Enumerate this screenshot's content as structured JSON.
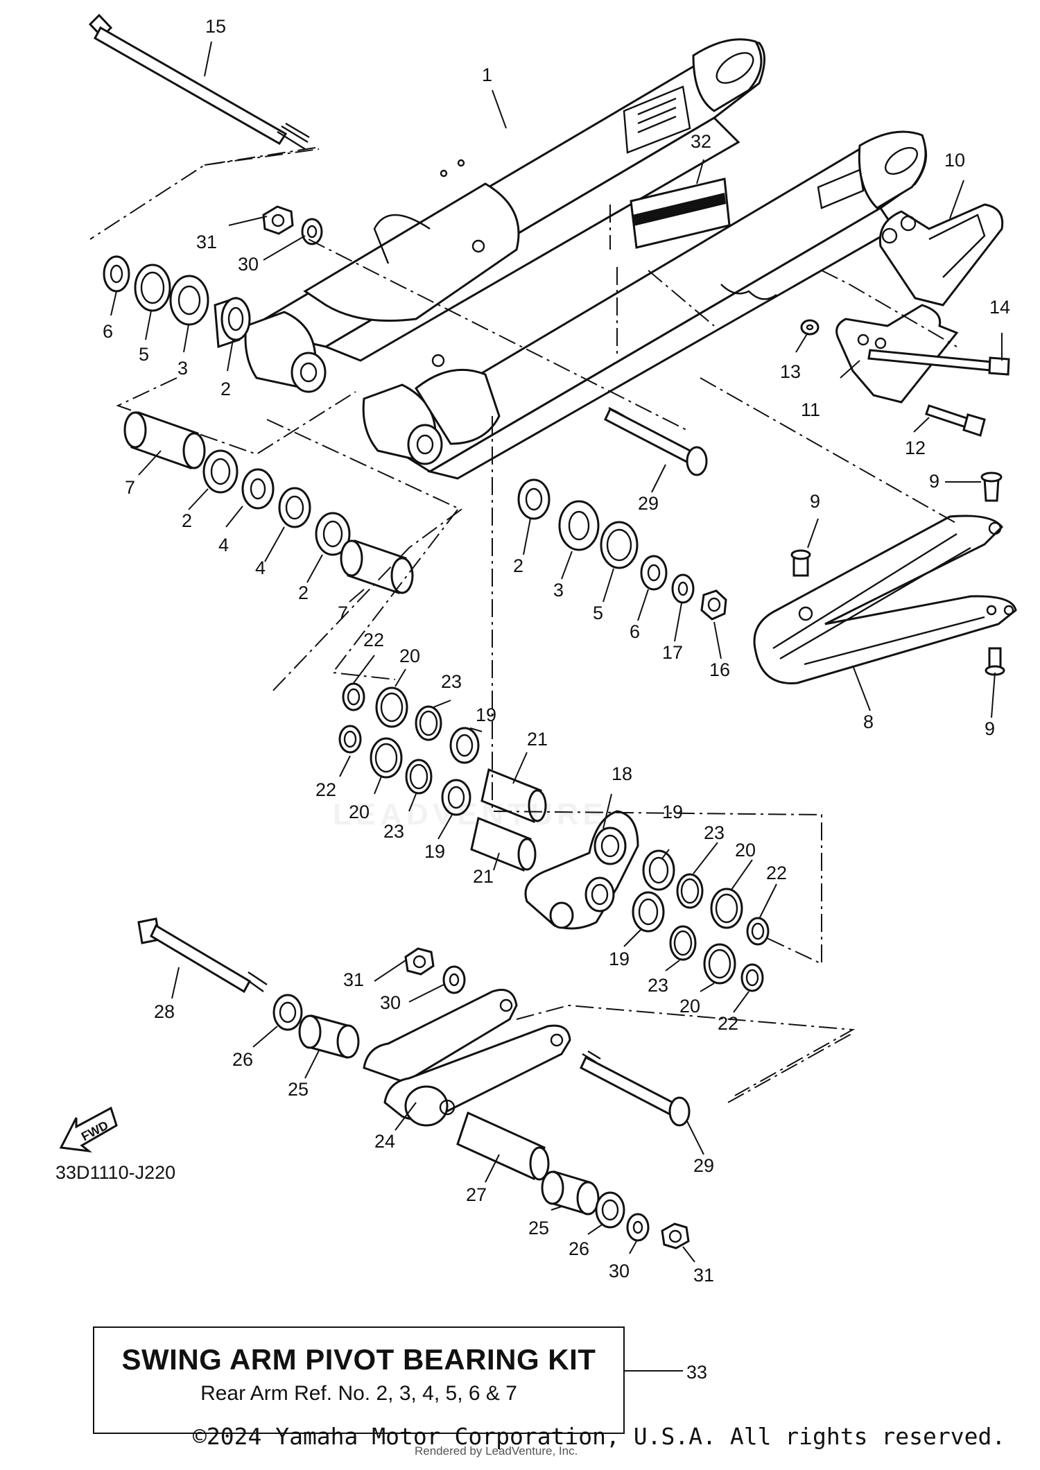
{
  "diagram": {
    "code": "33D1110-J220",
    "fwd_label": "FWD",
    "watermark": "LEADVENTURE"
  },
  "callouts": [
    {
      "id": "c15",
      "label": "15"
    },
    {
      "id": "c1",
      "label": "1"
    },
    {
      "id": "c32",
      "label": "32"
    },
    {
      "id": "c10",
      "label": "10"
    },
    {
      "id": "c31a",
      "label": "31"
    },
    {
      "id": "c30a",
      "label": "30"
    },
    {
      "id": "c6a",
      "label": "6"
    },
    {
      "id": "c5a",
      "label": "5"
    },
    {
      "id": "c3a",
      "label": "3"
    },
    {
      "id": "c2a",
      "label": "2"
    },
    {
      "id": "c14",
      "label": "14"
    },
    {
      "id": "c13",
      "label": "13"
    },
    {
      "id": "c11",
      "label": "11"
    },
    {
      "id": "c12",
      "label": "12"
    },
    {
      "id": "c7a",
      "label": "7"
    },
    {
      "id": "c2b",
      "label": "2"
    },
    {
      "id": "c4a",
      "label": "4"
    },
    {
      "id": "c4b",
      "label": "4"
    },
    {
      "id": "c2c",
      "label": "2"
    },
    {
      "id": "c7b",
      "label": "7"
    },
    {
      "id": "c29a",
      "label": "29"
    },
    {
      "id": "c9a",
      "label": "9"
    },
    {
      "id": "c9b",
      "label": "9"
    },
    {
      "id": "c2d",
      "label": "2"
    },
    {
      "id": "c3b",
      "label": "3"
    },
    {
      "id": "c5b",
      "label": "5"
    },
    {
      "id": "c6b",
      "label": "6"
    },
    {
      "id": "c17",
      "label": "17"
    },
    {
      "id": "c16",
      "label": "16"
    },
    {
      "id": "c8",
      "label": "8"
    },
    {
      "id": "c9c",
      "label": "9"
    },
    {
      "id": "c22a",
      "label": "22"
    },
    {
      "id": "c20a",
      "label": "20"
    },
    {
      "id": "c23a",
      "label": "23"
    },
    {
      "id": "c19a",
      "label": "19"
    },
    {
      "id": "c21a",
      "label": "21"
    },
    {
      "id": "c22b",
      "label": "22"
    },
    {
      "id": "c20b",
      "label": "20"
    },
    {
      "id": "c23b",
      "label": "23"
    },
    {
      "id": "c19b",
      "label": "19"
    },
    {
      "id": "c18",
      "label": "18"
    },
    {
      "id": "c21b",
      "label": "21"
    },
    {
      "id": "c19c",
      "label": "19"
    },
    {
      "id": "c23c",
      "label": "23"
    },
    {
      "id": "c20c",
      "label": "20"
    },
    {
      "id": "c22c",
      "label": "22"
    },
    {
      "id": "c19d",
      "label": "19"
    },
    {
      "id": "c23d",
      "label": "23"
    },
    {
      "id": "c20d",
      "label": "20"
    },
    {
      "id": "c22d",
      "label": "22"
    },
    {
      "id": "c28",
      "label": "28"
    },
    {
      "id": "c31b",
      "label": "31"
    },
    {
      "id": "c30b",
      "label": "30"
    },
    {
      "id": "c26a",
      "label": "26"
    },
    {
      "id": "c25a",
      "label": "25"
    },
    {
      "id": "c24",
      "label": "24"
    },
    {
      "id": "c29b",
      "label": "29"
    },
    {
      "id": "c27",
      "label": "27"
    },
    {
      "id": "c25b",
      "label": "25"
    },
    {
      "id": "c26b",
      "label": "26"
    },
    {
      "id": "c30c",
      "label": "30"
    },
    {
      "id": "c31c",
      "label": "31"
    },
    {
      "id": "c33",
      "label": "33"
    }
  ],
  "kit": {
    "title": "SWING ARM PIVOT BEARING KIT",
    "subtitle": "Rear Arm Ref. No. 2, 3, 4, 5, 6 & 7"
  },
  "footer": {
    "copyright": "©2024 Yamaha Motor Corporation, U.S.A. All rights reserved.",
    "rendered_by": "Rendered by LeadVenture, Inc."
  }
}
